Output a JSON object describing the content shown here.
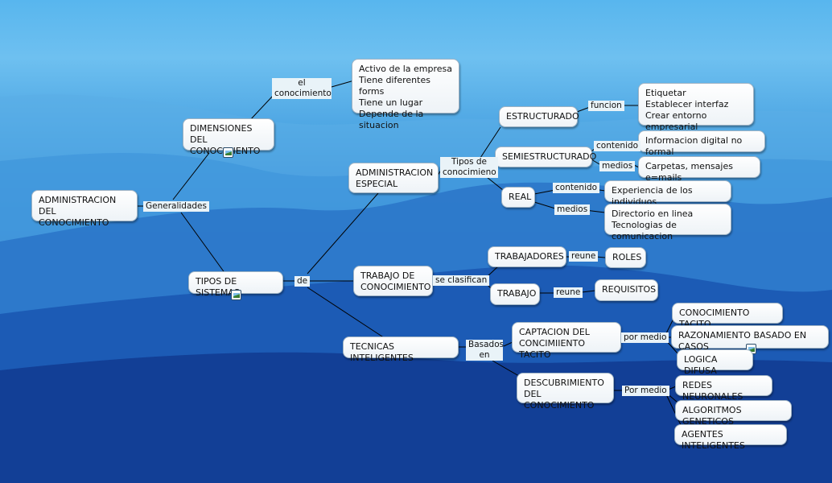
{
  "map": {
    "nodes": {
      "admin": "ADMINISTRACION DEL\nCONOCIMIENTO",
      "dimensiones": "DIMENSIONES DEL\nCONOCIMIENTO",
      "activo": "Activo de la empresa\nTiene diferentes forms\nTiene un lugar\nDepende de la situacion",
      "tipos_sistemas": "TIPOS DE SISTEMAS",
      "admin_especial": "ADMINISTRACION\nESPECIAL",
      "estructurado": "ESTRUCTURADO",
      "etiquetar": "Etiquetar\nEstablecer interfaz\nCrear entorno empresarial",
      "semiestructurado": "SEMIESTRUCTURADO",
      "info_digital": "Informacion digital no formal",
      "carpetas": "Carpetas, mensajes e=mails",
      "real": "REAL",
      "experiencia": "Experiencia de los individuos",
      "directorio": "Directorio en linea\nTecnologias de comunicacion",
      "trabajo_conocimiento": "TRABAJO DE\nCONOCIMIENTO",
      "trabajadores": "TRABAJADORES",
      "roles": "ROLES",
      "trabajo": "TRABAJO",
      "requisitos": "REQUISITOS",
      "tecnicas": "TECNICAS INTELIGENTES",
      "captacion": "CAPTACION DEL\nCONCIMIIENTO TACITO",
      "conocimiento_tacito": "CONOCIMIENTO TACITO",
      "razonamiento": "RAZONAMIENTO BASADO EN CASOS",
      "logica": "LOGICA DIFUSA",
      "descubrimiento": "DESCUBRIMIENTO\nDEL CONOCIMIENTO",
      "redes": "REDES NEURONALES",
      "algoritmos": "ALGORITMOS GENETICOS",
      "agentes": "AGENTES INTELIGENTES"
    },
    "links": {
      "generalidades": "Generalidades",
      "el_conocimiento": "el\nconocimiento",
      "de": "de",
      "tipos_de_conocimiento": "Tipos de\nconocimieno",
      "funcion": "funcion",
      "contenido1": "contenido",
      "medios1": "medios",
      "contenido2": "contenido",
      "medios2": "medios",
      "se_clasifican": "se clasifican",
      "reune1": "reune",
      "reune2": "reune",
      "basados_en": "Basados\nen",
      "por_medio1": "por medio",
      "por_medio2": "Por medio"
    },
    "icons": [
      "image-icon",
      "image-icon",
      "image-icon"
    ],
    "colors": {
      "line": "#000000",
      "node_fill": "#ffffff",
      "label_fill": "#e9f3f8"
    }
  }
}
